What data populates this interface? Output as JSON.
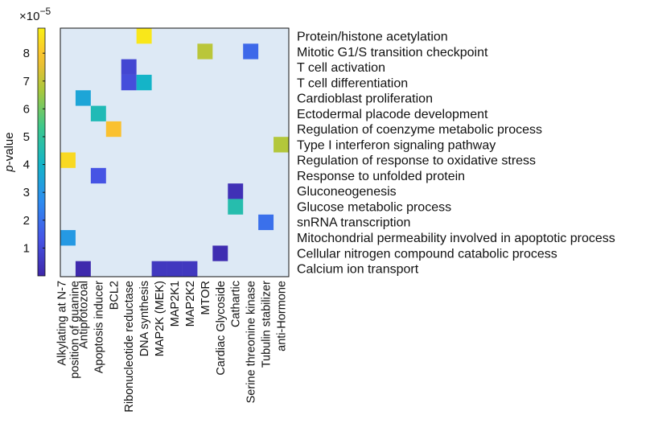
{
  "chart_data": {
    "type": "heatmap",
    "rows": [
      "Protein/histone acetylation",
      "Mitotic G1/S transition checkpoint",
      "T cell activation",
      "T cell differentiation",
      "Cardioblast proliferation",
      "Ectodermal placode development",
      "Regulation of coenzyme metabolic process",
      "Type I interferon signaling pathway",
      "Regulation of response to oxidative stress",
      "Response to unfolded protein",
      "Gluconeogenesis",
      "Glucose metabolic process",
      "snRNA transcription",
      "Mitochondrial permeability involved in apoptotic process",
      "Cellular nitrogen compound catabolic process",
      "Calcium ion transport"
    ],
    "columns": [
      [
        "Alkylating at N-7",
        "position of guanine"
      ],
      [
        "Antiprotozoal"
      ],
      [
        "Apoptosis inducer"
      ],
      [
        "BCL2"
      ],
      [
        "Ribonucleotide reductase"
      ],
      [
        "DNA synthesis"
      ],
      [
        "MAP2K (MEK)"
      ],
      [
        "MAP2K1"
      ],
      [
        "MAP2K2"
      ],
      [
        "MTOR"
      ],
      [
        "Cardiac Glycoside"
      ],
      [
        "Cathartic"
      ],
      [
        "Serine threonine kinase"
      ],
      [
        "Tubulin stabilizer"
      ],
      [
        "anti-Hormone"
      ]
    ],
    "cells": [
      {
        "row": 0,
        "col": 5,
        "value": 8.7
      },
      {
        "row": 1,
        "col": 9,
        "value": 6.9
      },
      {
        "row": 1,
        "col": 12,
        "value": 1.8
      },
      {
        "row": 2,
        "col": 4,
        "value": 0.9
      },
      {
        "row": 3,
        "col": 4,
        "value": 1.1
      },
      {
        "row": 3,
        "col": 5,
        "value": 4.0
      },
      {
        "row": 4,
        "col": 1,
        "value": 3.5
      },
      {
        "row": 5,
        "col": 2,
        "value": 4.4
      },
      {
        "row": 6,
        "col": 3,
        "value": 7.9
      },
      {
        "row": 7,
        "col": 14,
        "value": 6.8
      },
      {
        "row": 8,
        "col": 0,
        "value": 8.4
      },
      {
        "row": 9,
        "col": 2,
        "value": 1.3
      },
      {
        "row": 10,
        "col": 11,
        "value": 0.3
      },
      {
        "row": 11,
        "col": 11,
        "value": 4.6
      },
      {
        "row": 12,
        "col": 13,
        "value": 2.0
      },
      {
        "row": 13,
        "col": 0,
        "value": 3.1
      },
      {
        "row": 14,
        "col": 10,
        "value": 0.2
      },
      {
        "row": 15,
        "col": 1,
        "value": 0.1
      },
      {
        "row": 15,
        "col": 6,
        "value": 0.5
      },
      {
        "row": 15,
        "col": 7,
        "value": 0.5
      },
      {
        "row": 15,
        "col": 8,
        "value": 0.5
      }
    ],
    "colorbar": {
      "label_prefix": "p",
      "label_suffix": "-value",
      "exponent": "×10",
      "exponent_power": "−5",
      "ticks": [
        1,
        2,
        3,
        4,
        5,
        6,
        7,
        8
      ],
      "range": [
        0,
        8.9
      ],
      "colormap": "parula"
    },
    "background_color": "#dde9f5",
    "title": "",
    "xlabel": "",
    "ylabel": "p-value"
  }
}
